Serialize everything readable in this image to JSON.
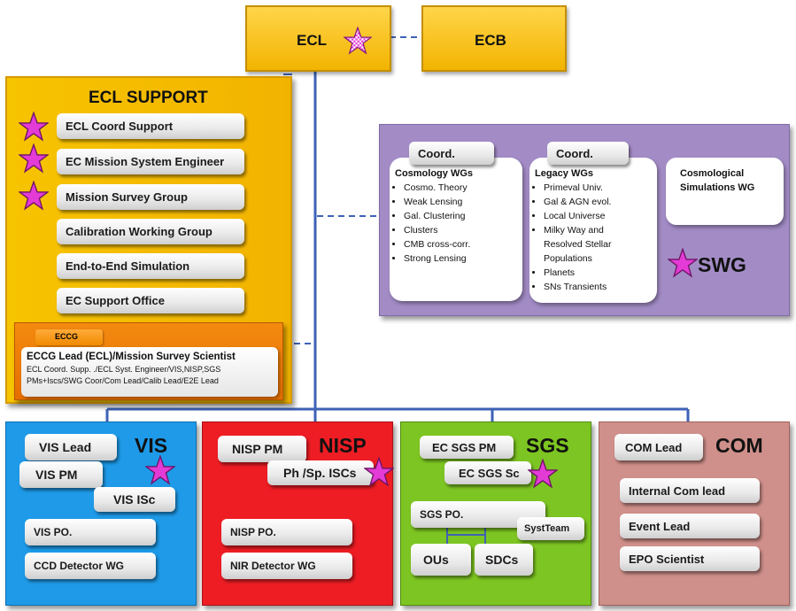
{
  "top": {
    "ecl": "ECL",
    "ecb": "ECB"
  },
  "support": {
    "title": "ECL SUPPORT",
    "items": [
      "ECL Coord Support",
      "EC Mission System Engineer",
      "Mission Survey Group",
      "Calibration Working Group",
      "End-to-End Simulation",
      "EC Support Office"
    ]
  },
  "eccg": {
    "tab": "ECCG",
    "lead": "ECCG Lead (ECL)/Mission Survey Scientist",
    "line1": "ECL Coord. Supp. ./ECL Syst. Engineer/VIS,NISP,SGS",
    "line2": "PMs+Iscs/SWG Coor/Com Lead/Calib Lead/E2E Lead"
  },
  "swg": {
    "label": "SWG",
    "coord1": "Coord.",
    "coord2": "Coord.",
    "cosmo_title": "Cosmology WGs",
    "cosmo_items": [
      "Cosmo. Theory",
      "Weak Lensing",
      "Gal. Clustering",
      "Clusters",
      "CMB cross-corr.",
      "Strong Lensing"
    ],
    "legacy_title": "Legacy WGs",
    "legacy_items": [
      "Primeval Univ.",
      "Gal & AGN evol.",
      "Local Universe",
      "Milky Way and Resolved Stellar Populations",
      "Planets",
      "SNs Transients"
    ],
    "sims_line1": "Cosmological",
    "sims_line2": "Simulations WG"
  },
  "vis": {
    "title": "VIS",
    "lead": "VIS Lead",
    "pm": "VIS PM",
    "isc": "VIS ISc",
    "po": "VIS PO.",
    "wg": "CCD Detector WG"
  },
  "nisp": {
    "title": "NISP",
    "pm": "NISP PM",
    "isc": "Ph /Sp. ISCs",
    "po": "NISP PO.",
    "wg": "NIR Detector WG"
  },
  "sgs": {
    "title": "SGS",
    "pm": "EC SGS PM",
    "sc": "EC SGS Sc",
    "po": "SGS PO.",
    "syst": "SystTeam",
    "ous": "OUs",
    "sdcs": "SDCs"
  },
  "com": {
    "title": "COM",
    "lead": "COM Lead",
    "internal": "Internal Com lead",
    "event": "Event Lead",
    "epo": "EPO Scientist"
  },
  "colors": {
    "gold": "#f5bf18",
    "orange": "#f08a00",
    "purple": "#a18bc4",
    "vis": "#1e9ae8",
    "nisp": "#ee1d24",
    "sgs": "#7dc522",
    "com": "#cf8f8a",
    "star": "#e43bd6",
    "line": "#3a5fb0"
  }
}
